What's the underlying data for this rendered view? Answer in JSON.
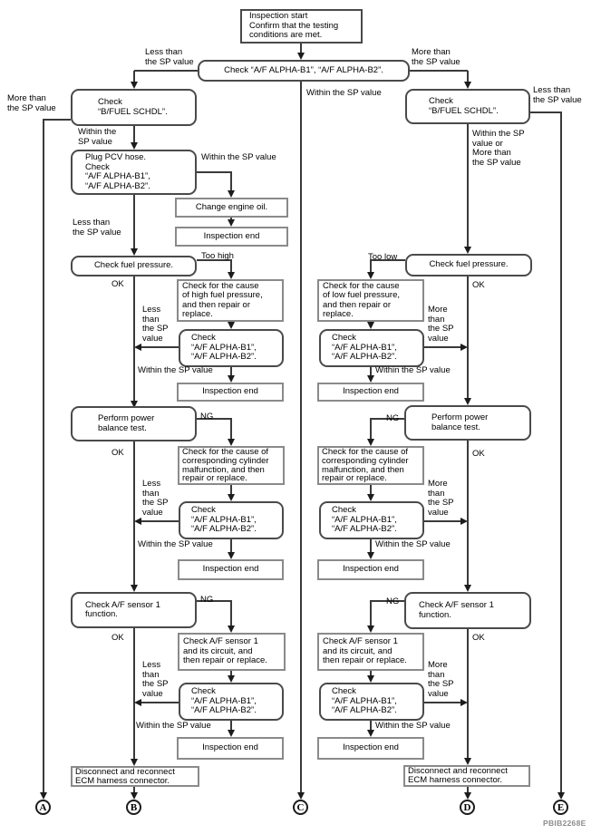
{
  "figure_code": "PBIB2268E",
  "shared": {
    "check": "Check",
    "alpha1": "“A/F ALPHA-B1”,",
    "alpha2": "“A/F ALPHA-B2”.",
    "inspection_end": "Inspection end",
    "within_sp": "Within the SP value",
    "ok": "OK",
    "ng": "NG",
    "less_than": "Less than",
    "more_than": "More than",
    "the_sp_value": "the SP value",
    "less": "Less",
    "more": "More",
    "than": "than",
    "the_sp": "the SP",
    "value": "value"
  },
  "nodes": {
    "start1": "Inspection start",
    "start2": "Confirm that the testing",
    "start3": "conditions are met.",
    "top_check": "Check “A/F ALPHA-B1”, “A/F ALPHA-B2”.",
    "bfuel": "“B/FUEL SCHDL”.",
    "plug_pcv": "Plug PCV hose.",
    "change_oil": "Change engine oil.",
    "check_fuel": "Check fuel pressure.",
    "cause1": "Check for the cause",
    "cause_high2": "of high fuel pressure,",
    "cause_low2": "of low fuel pressure,",
    "cause3": "and then repair or",
    "cause4": "replace.",
    "cyl1": "Check for the cause of",
    "cyl2": "corresponding cylinder",
    "cyl3": "malfunction, and then",
    "cyl4": "repair or replace.",
    "power1": "Perform power",
    "power2": "balance test.",
    "sensor1": "Check A/F sensor 1",
    "sensor2": "function.",
    "sensor_fix2": "and its circuit, and",
    "sensor_fix3": "then repair or replace.",
    "ecm1": "Disconnect and reconnect",
    "ecm2": "ECM harness connector.",
    "within1": "Within the",
    "within2": "SP value",
    "within_or1": "Within the SP",
    "within_or2": "value or",
    "too_high": "Too high",
    "too_low": "Too low"
  },
  "connectors": {
    "a": "A",
    "b": "B",
    "c": "C",
    "d": "D",
    "e": "E"
  }
}
